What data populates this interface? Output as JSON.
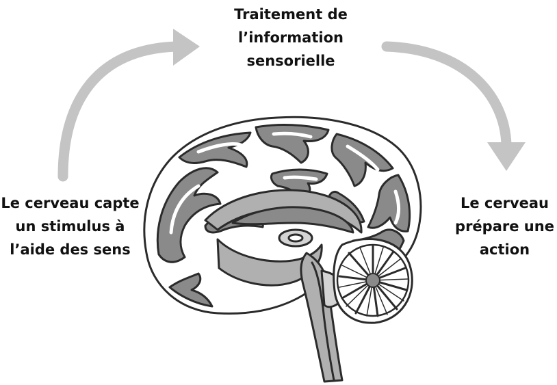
{
  "labels": {
    "top": "Traitement de\nl’information\nsensorielle",
    "left": "Le cerveau capte\nun stimulus à\nl’aide des sens",
    "right": "Le cerveau\nprépare une\naction"
  },
  "colors": {
    "arrow": "#c4c4c4",
    "outline": "#2b2b2b",
    "sulci": "#ffffff",
    "fill_dark": "#8a8a8a",
    "fill_mid": "#b0b0b0",
    "fill_light": "#d4d4d4"
  }
}
